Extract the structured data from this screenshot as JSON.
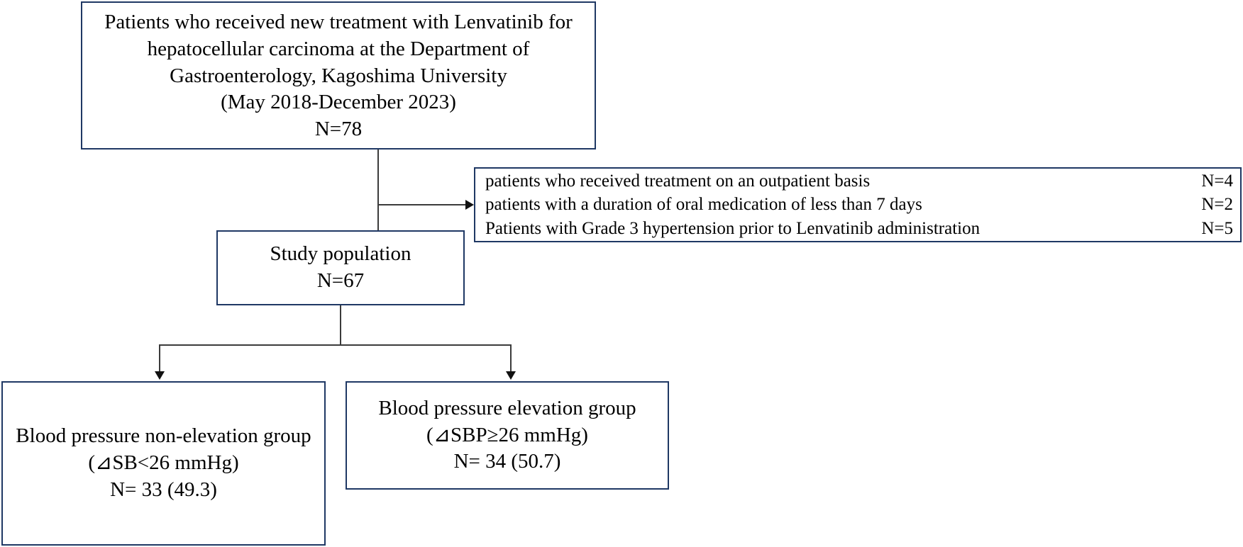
{
  "diagram": {
    "title": "Study flow diagram",
    "border_color": "#1f3864",
    "connector_color": "#3b3b3b"
  },
  "enrollment": {
    "line1": "Patients who received new treatment with Lenvatinib for",
    "line2": "hepatocellular carcinoma at the Department of",
    "line3": "Gastroenterology, Kagoshima University",
    "line4": "(May 2018-December 2023)",
    "line5": "N=78"
  },
  "exclusions": {
    "rows": [
      {
        "reason": "patients who received treatment on an outpatient basis",
        "count": "N=4"
      },
      {
        "reason": "patients with a duration of oral medication of less than 7 days",
        "count": "N=2"
      },
      {
        "reason": "Patients with Grade 3 hypertension prior to Lenvatinib administration",
        "count": "N=5"
      }
    ]
  },
  "study_population": {
    "line1": "Study population",
    "line2": "N=67"
  },
  "groups": [
    {
      "line1": "Blood pressure non-elevation group",
      "line2": "(⊿SB<26 mmHg)",
      "line3": "N= 33 (49.3)"
    },
    {
      "line1": "Blood pressure elevation group",
      "line2": "(⊿SBP≥26 mmHg)",
      "line3": "N= 34 (50.7)"
    }
  ]
}
